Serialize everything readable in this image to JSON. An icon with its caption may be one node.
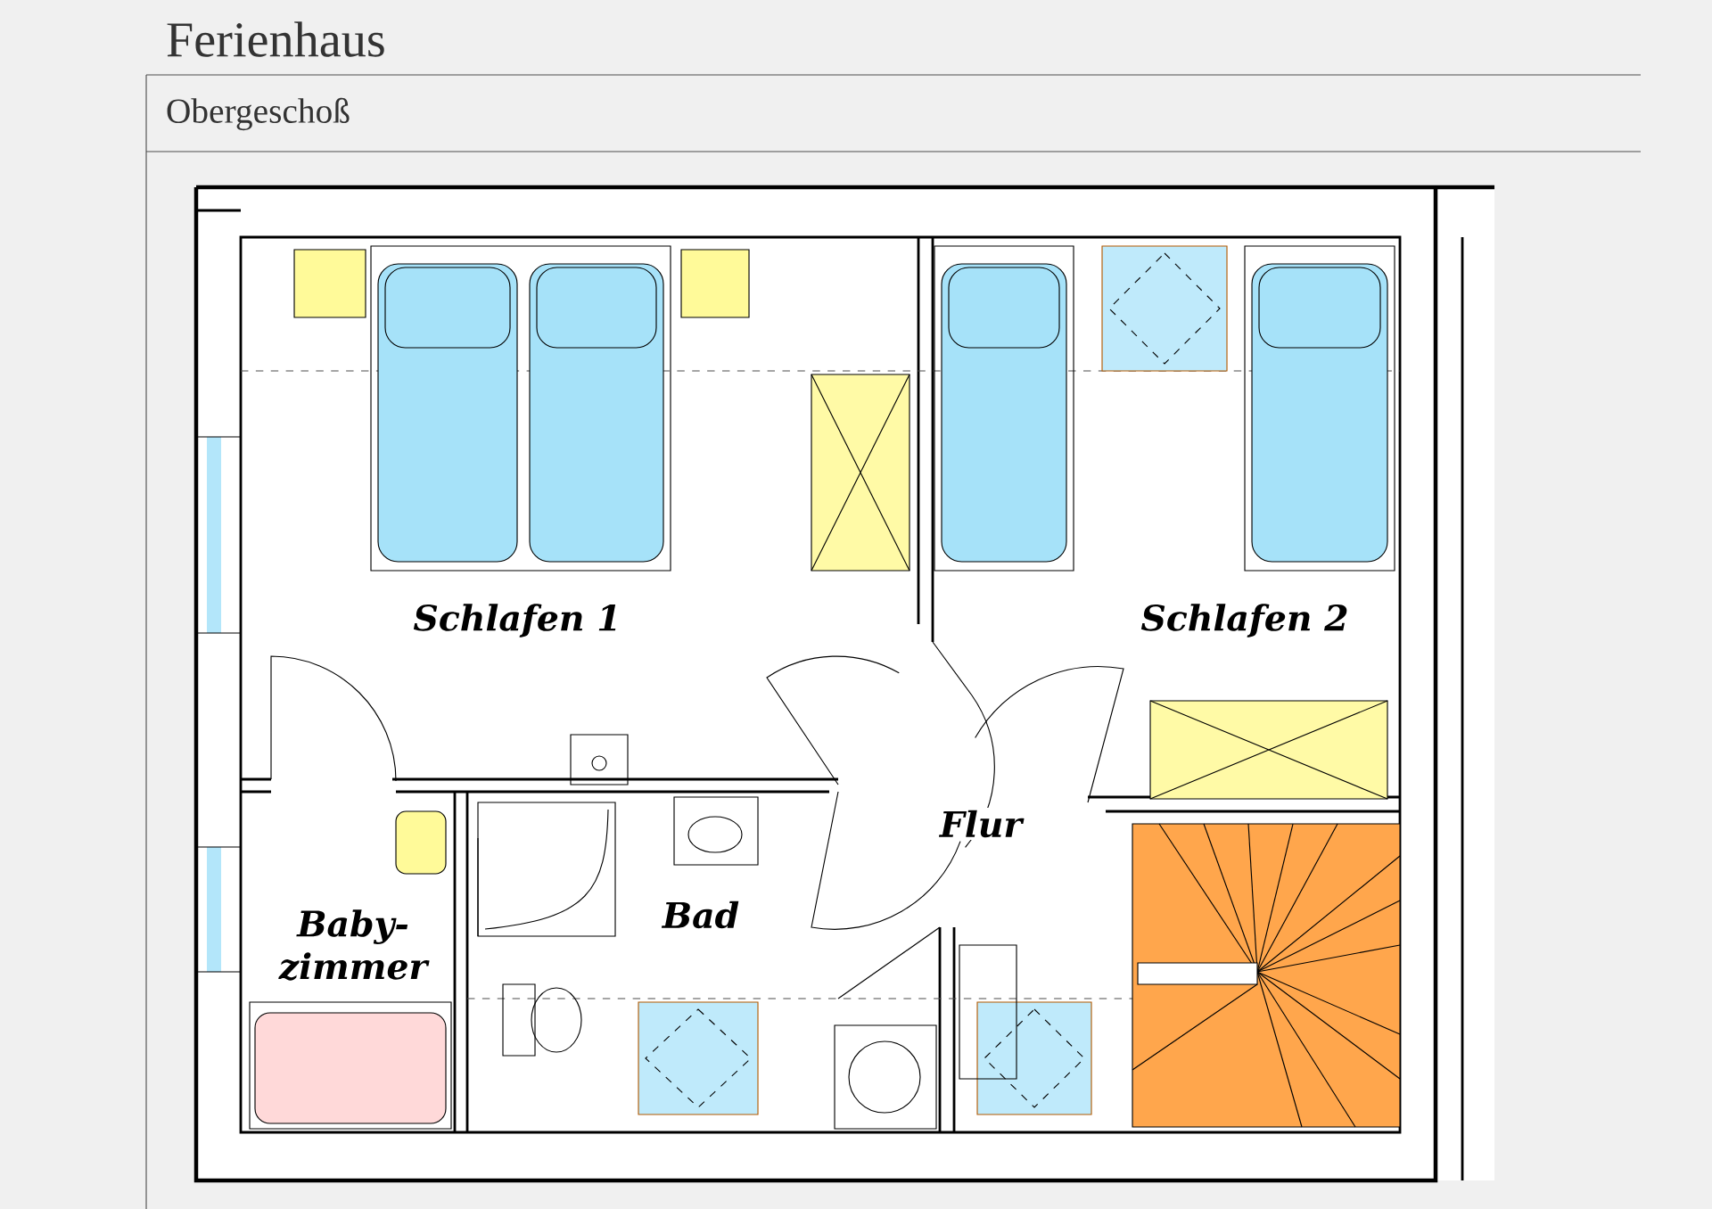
{
  "diagram": {
    "title": "Ferienhaus",
    "labels": [
      "Obergeschoß",
      "Schlafen 1",
      "Schlafen 2",
      "Flur",
      "Baby- zimmer",
      "Bad"
    ]
  }
}
